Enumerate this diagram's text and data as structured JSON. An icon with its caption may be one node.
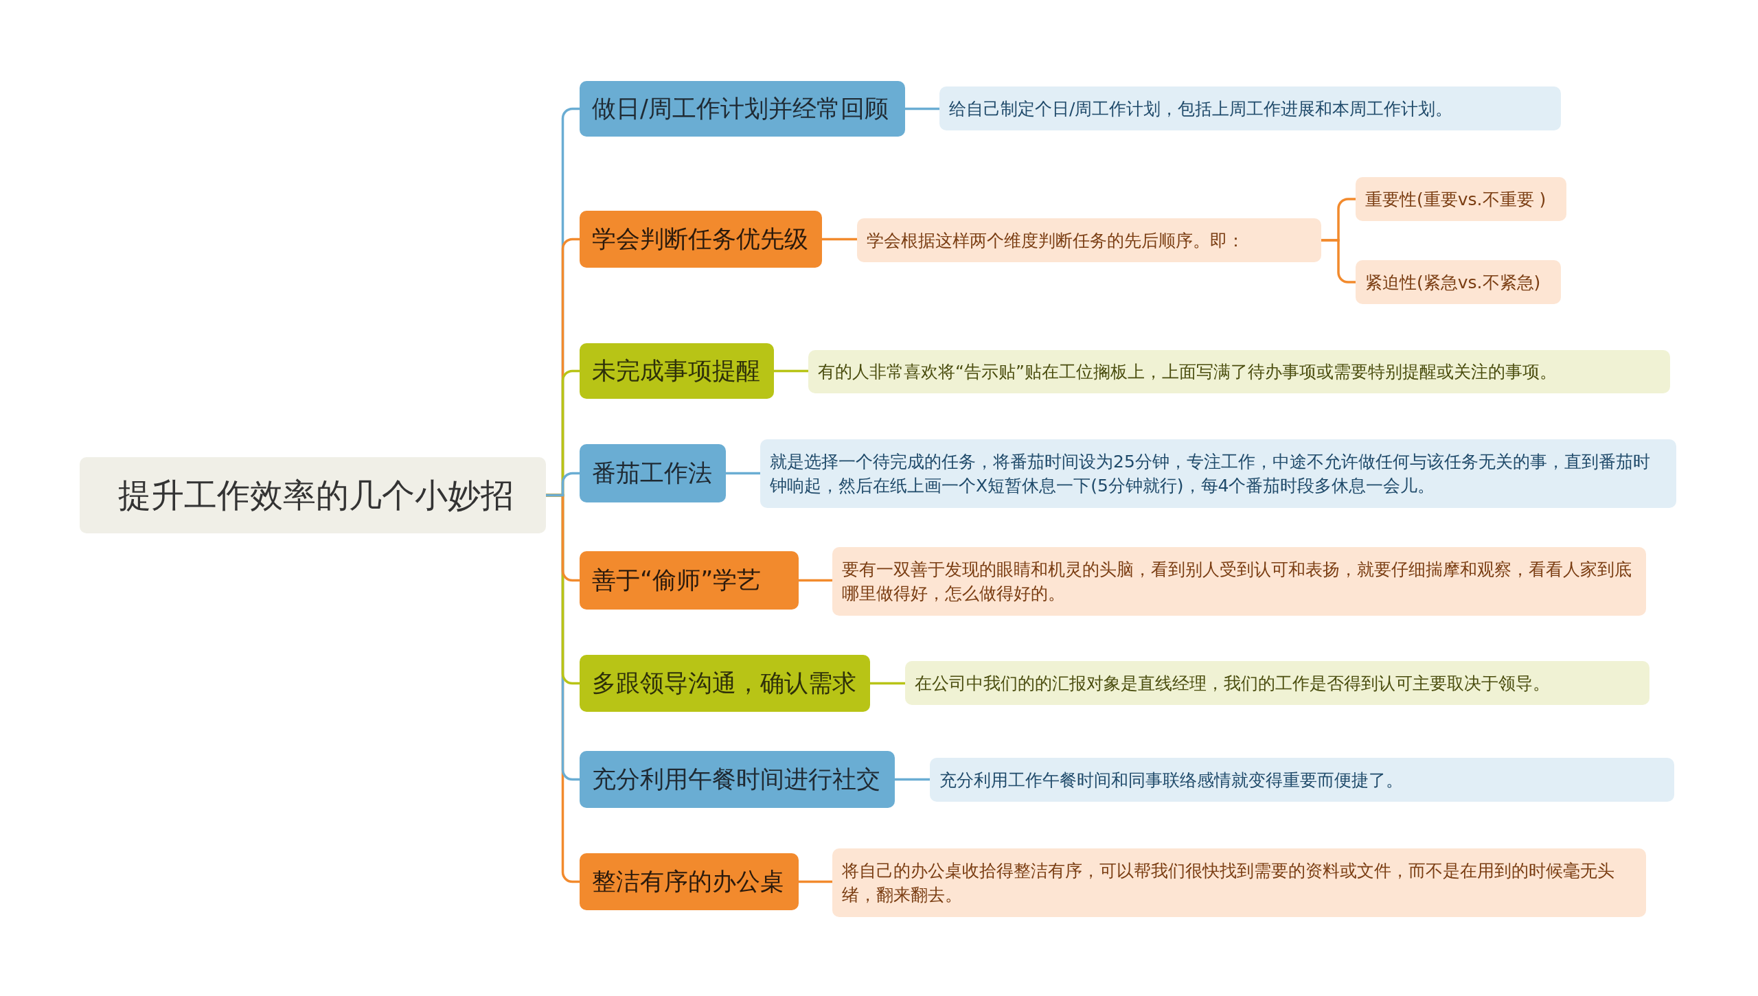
{
  "diagram": {
    "nodes": [
      {
        "text": [
          "提升工作效率的几个小妙招"
        ]
      },
      {
        "text": [
          "做日/周工作计划并经常回顾"
        ]
      },
      {
        "text": [
          "给自己制定个日/周工作计划，包括上周工作进展和本周工作计划。"
        ]
      },
      {
        "text": [
          "学会判断任务优先级"
        ]
      },
      {
        "text": [
          "学会根据这样两个维度判断任务的先后顺序。即："
        ]
      },
      {
        "text": [
          "重要性(重要vs.不重要 )"
        ]
      },
      {
        "text": [
          "紧迫性(紧急vs.不紧急)"
        ]
      },
      {
        "text": [
          "未完成事项提醒"
        ]
      },
      {
        "text": [
          "有的人非常喜欢将“告示贴”贴在工位搁板上，上面写满了待办事项或需要特别提醒或关注的事项。"
        ]
      },
      {
        "text": [
          "番茄工作法"
        ]
      },
      {
        "text": [
          "就是选择一个待完成的任务，将番茄时间设为25分钟，专注工作，中途不允许做任何与该任务无关的事，直到番茄时钟响起，然后在纸上画一个X短暂休息一下(5分钟就行)，每4个番茄时段多休息一会儿。"
        ]
      },
      {
        "text": [
          "善于“偷师”学艺"
        ]
      },
      {
        "text": [
          "要有一双善于发现的眼睛和机灵的头脑，看到别人受到认可和表扬，就要仔细揣摩和观察，看看人家到底哪里做得好，怎么做得好的。"
        ]
      },
      {
        "text": [
          "多跟领导沟通，确认需求"
        ]
      },
      {
        "text": [
          "在公司中我们的的汇报对象是直线经理，我们的工作是否得到认可主要取决于领导。"
        ]
      },
      {
        "text": [
          "充分利用午餐时间进行社交"
        ]
      },
      {
        "text": [
          "充分利用工作午餐时间和同事联络感情就变得重要而便捷了。"
        ]
      },
      {
        "text": [
          "整洁有序的办公桌"
        ]
      },
      {
        "text": [
          "将自己的办公桌收拾得整洁有序，可以帮我们很快找到需要的资料或文件，而不是在用到的时候毫无头绪，翻来翻去。"
        ]
      }
    ],
    "edges": [
      {
        "from": 0,
        "to": 1,
        "arrow": "none",
        "color": "#6aadd3"
      },
      {
        "from": 0,
        "to": 3,
        "arrow": "none"
      },
      {
        "from": 0,
        "to": 7,
        "arrow": "none",
        "color": "#b8c416"
      },
      {
        "from": 0,
        "to": 9,
        "arrow": "none",
        "color": "#6aadd3"
      },
      {
        "from": 0,
        "to": 11,
        "arrow": "none"
      },
      {
        "from": 0,
        "to": 13,
        "arrow": "none",
        "color": "#b8c416"
      },
      {
        "from": 0,
        "to": 15,
        "arrow": "none",
        "color": "#6aadd3"
      },
      {
        "from": 0,
        "to": 17,
        "arrow": "none"
      },
      {
        "from": 1,
        "to": 2,
        "arrow": "none",
        "color": "#6aadd3"
      },
      {
        "from": 3,
        "to": 4,
        "arrow": "none"
      },
      {
        "from": 4,
        "to": 5,
        "arrow": "none"
      },
      {
        "from": 4,
        "to": 6,
        "arrow": "none"
      },
      {
        "from": 7,
        "to": 8,
        "arrow": "none",
        "color": "#b8c416"
      },
      {
        "from": 9,
        "to": 10,
        "arrow": "none",
        "color": "#6aadd3"
      },
      {
        "from": 11,
        "to": 12,
        "arrow": "none"
      },
      {
        "from": 13,
        "to": 14,
        "arrow": "none",
        "color": "#b8c416"
      },
      {
        "from": 15,
        "to": 16,
        "arrow": "none",
        "color": "#6aadd3"
      },
      {
        "from": 17,
        "to": 18,
        "arrow": "none"
      }
    ]
  }
}
